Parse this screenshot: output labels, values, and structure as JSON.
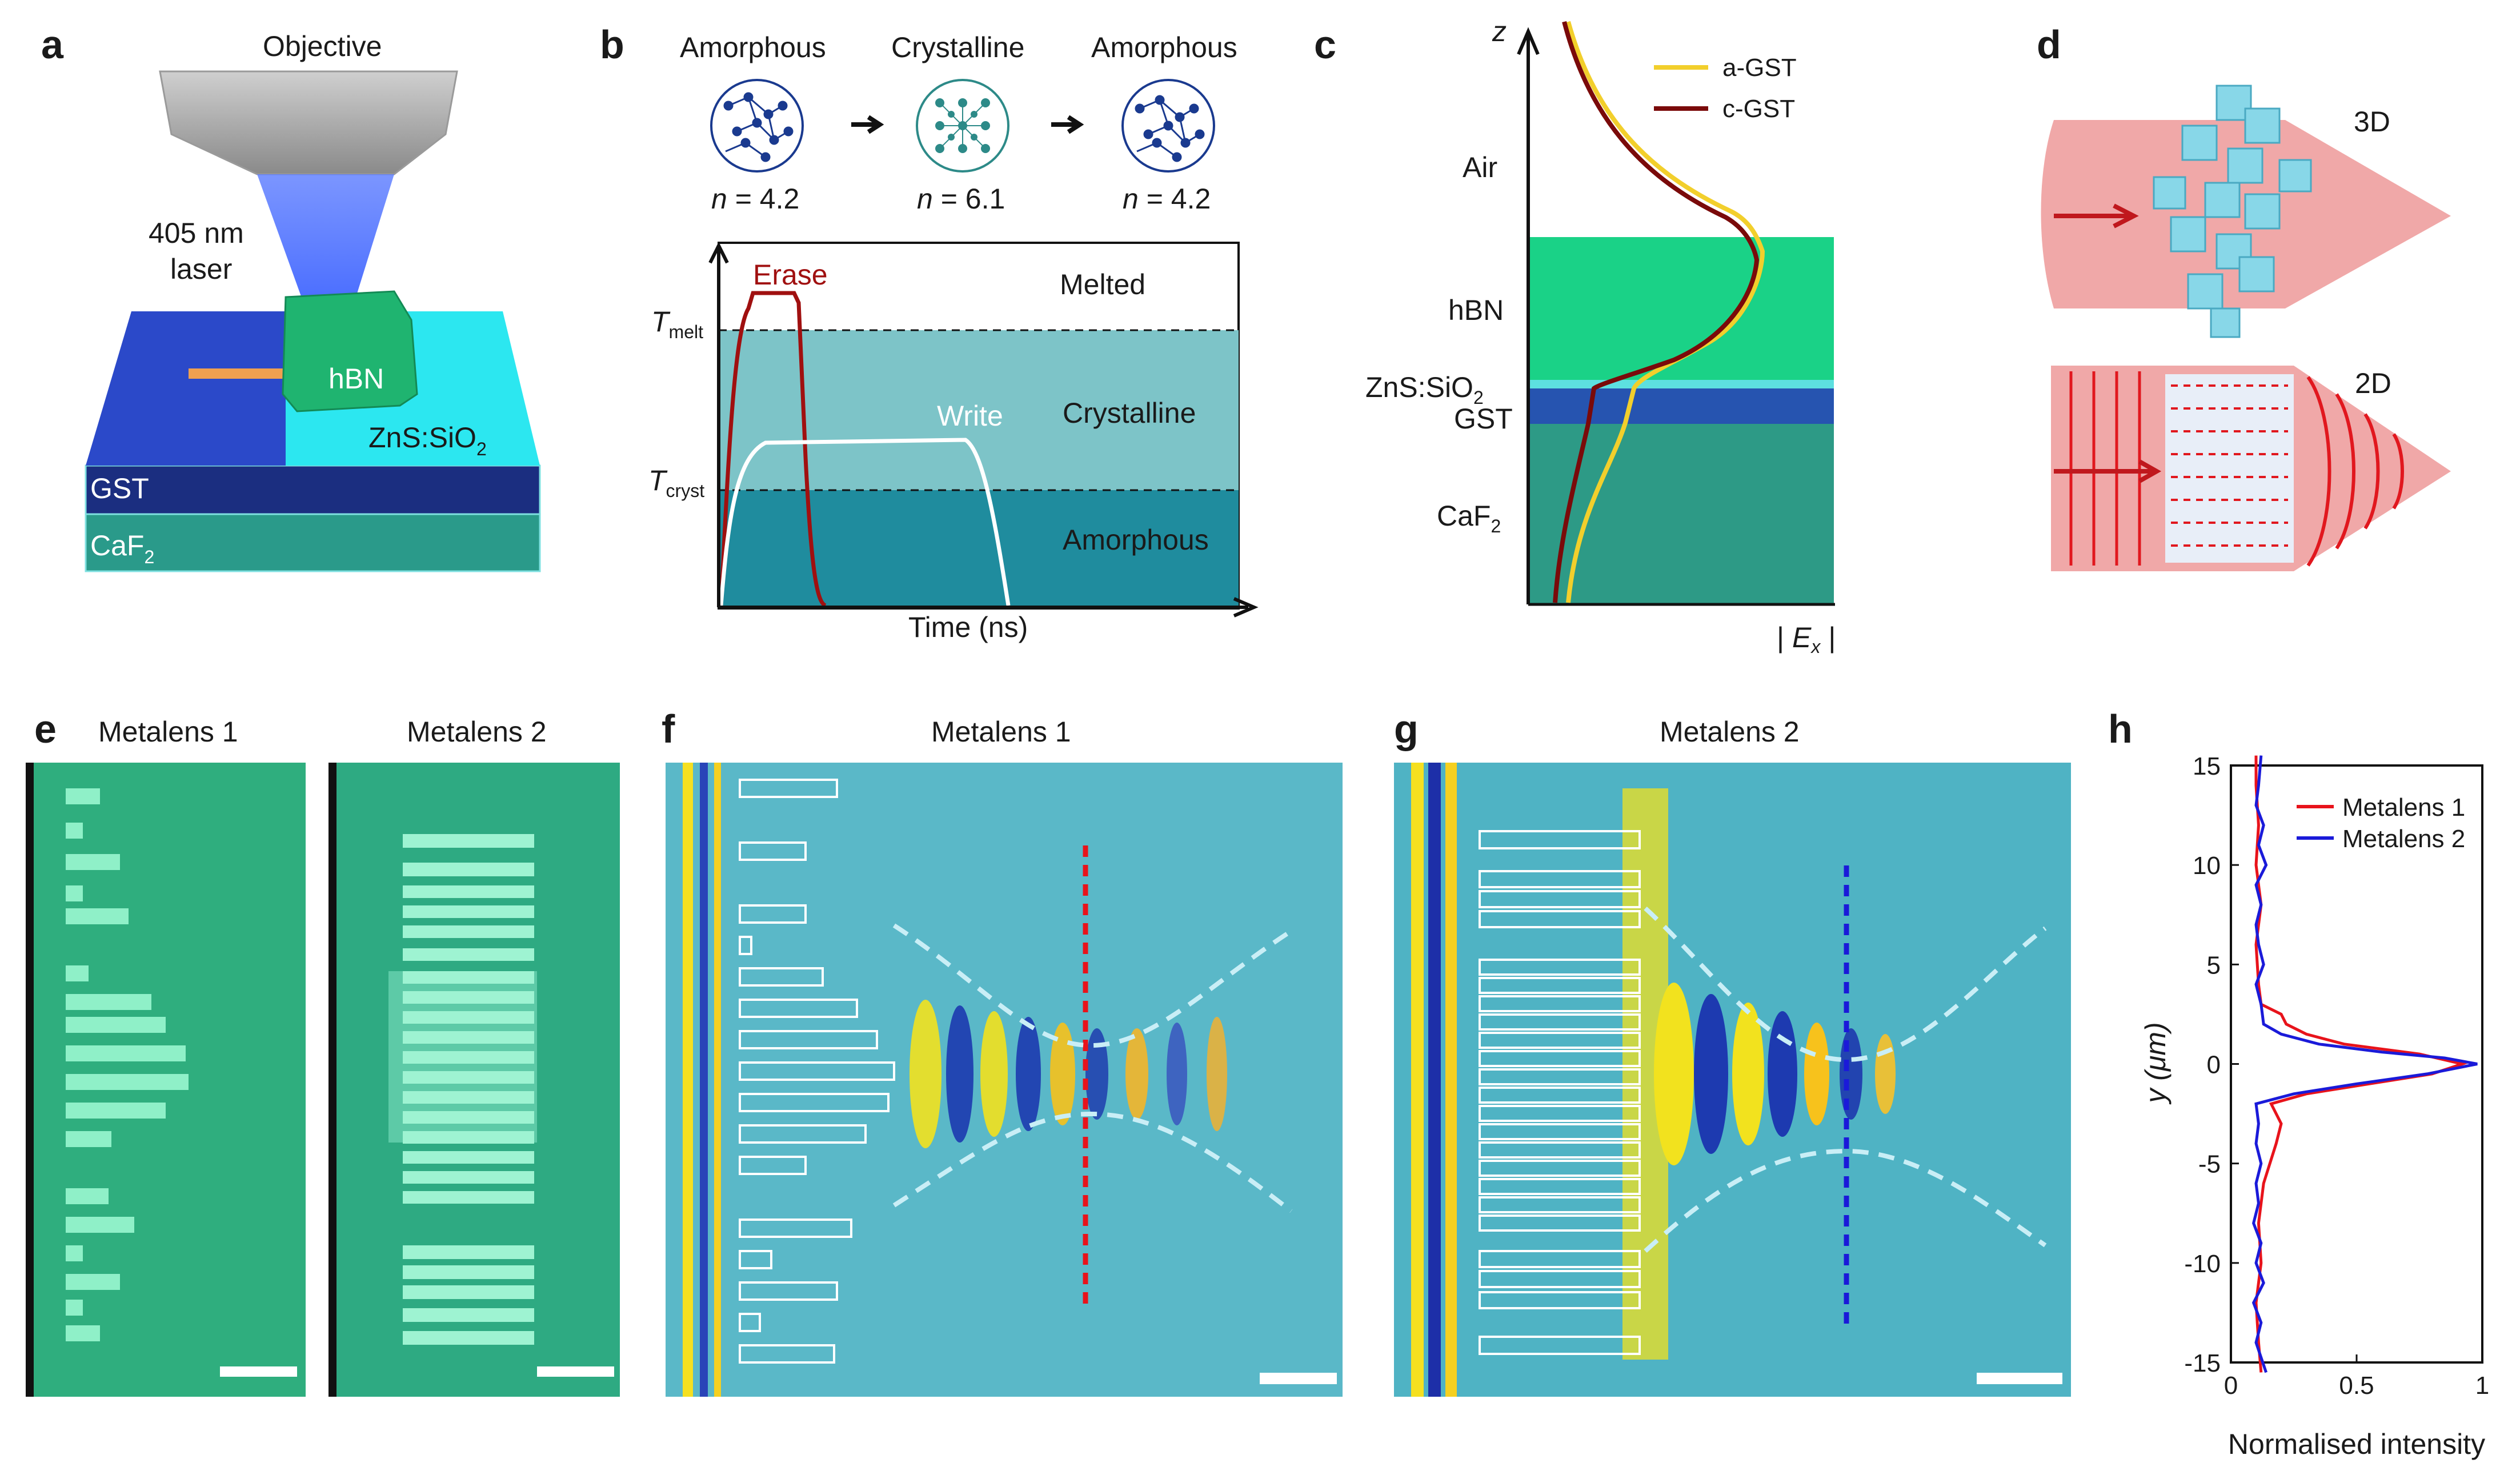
{
  "panels": {
    "a": {
      "letter": "a",
      "objective": "Objective",
      "laser_line1": "405 nm",
      "laser_line2": "laser",
      "hbn": "hBN",
      "zns": "ZnS:SiO",
      "zns_sub": "2",
      "gst": "GST",
      "caf": "CaF",
      "caf_sub": "2"
    },
    "b": {
      "letter": "b",
      "states": [
        {
          "name": "Amorphous",
          "n_label": "n",
          "n_value": " = 4.2"
        },
        {
          "name": "Crystalline",
          "n_label": "n",
          "n_value": " = 6.1"
        },
        {
          "name": "Amorphous",
          "n_label": "n",
          "n_value": " = 4.2"
        }
      ],
      "erase": "Erase",
      "write": "Write",
      "melted": "Melted",
      "crystalline": "Crystalline",
      "amorphous": "Amorphous",
      "t_melt": "T",
      "t_melt_sub": "melt",
      "t_cryst": "T",
      "t_cryst_sub": "cryst",
      "xaxis": "Time (ns)"
    },
    "c": {
      "letter": "c",
      "zaxis": "z",
      "legend": [
        "a-GST",
        "c-GST"
      ],
      "air": "Air",
      "hbn": "hBN",
      "zns": "ZnS:SiO",
      "zns_sub": "2",
      "gst": "GST",
      "caf": "CaF",
      "caf_sub": "2",
      "xaxis_bar": "|",
      "xaxis_e": "E",
      "xaxis_sub": "x"
    },
    "d": {
      "letter": "d",
      "label_3d": "3D",
      "label_2d": "2D"
    },
    "e": {
      "letter": "e",
      "titles": [
        "Metalens 1",
        "Metalens 2"
      ]
    },
    "f": {
      "letter": "f",
      "title": "Metalens 1"
    },
    "g": {
      "letter": "g",
      "title": "Metalens 2"
    },
    "h": {
      "letter": "h"
    }
  },
  "colors": {
    "a_gst": "#f2cf2c",
    "c_gst": "#7a0a0a",
    "erase": "#a01010",
    "metalens1": "#e8131b",
    "metalens2": "#1a1ad9"
  },
  "chart_data": {
    "type": "line",
    "xlabel": "Normalised intensity",
    "ylabel": "y (μm)",
    "xlim": [
      0,
      1
    ],
    "ylim": [
      -15,
      15
    ],
    "xticks": [
      0,
      0.5,
      1
    ],
    "yticks": [
      15,
      10,
      5,
      0,
      -5,
      -10,
      -15
    ],
    "legend": "top-right",
    "series": [
      {
        "name": "Metalens 1",
        "points": [
          [
            -15.5,
            0.12
          ],
          [
            -14,
            0.11
          ],
          [
            -12,
            0.1
          ],
          [
            -10,
            0.12
          ],
          [
            -8,
            0.11
          ],
          [
            -6,
            0.13
          ],
          [
            -4,
            0.18
          ],
          [
            -3,
            0.2
          ],
          [
            -2,
            0.16
          ],
          [
            -1.5,
            0.3
          ],
          [
            -1,
            0.55
          ],
          [
            -0.5,
            0.8
          ],
          [
            0,
            0.92
          ],
          [
            0.5,
            0.75
          ],
          [
            1,
            0.45
          ],
          [
            1.5,
            0.3
          ],
          [
            2,
            0.22
          ],
          [
            2.5,
            0.2
          ],
          [
            3,
            0.12
          ],
          [
            4,
            0.11
          ],
          [
            6,
            0.1
          ],
          [
            8,
            0.12
          ],
          [
            10,
            0.1
          ],
          [
            12,
            0.11
          ],
          [
            14,
            0.1
          ],
          [
            15.5,
            0.1
          ]
        ]
      },
      {
        "name": "Metalens 2",
        "points": [
          [
            -15.5,
            0.14
          ],
          [
            -14,
            0.1
          ],
          [
            -13,
            0.12
          ],
          [
            -12,
            0.09
          ],
          [
            -11,
            0.13
          ],
          [
            -10,
            0.1
          ],
          [
            -9,
            0.12
          ],
          [
            -8,
            0.09
          ],
          [
            -7,
            0.11
          ],
          [
            -6,
            0.1
          ],
          [
            -5,
            0.12
          ],
          [
            -4,
            0.1
          ],
          [
            -3,
            0.11
          ],
          [
            -2,
            0.1
          ],
          [
            -1.5,
            0.25
          ],
          [
            -1,
            0.5
          ],
          [
            -0.5,
            0.78
          ],
          [
            0,
            0.98
          ],
          [
            0.3,
            0.85
          ],
          [
            0.6,
            0.6
          ],
          [
            1,
            0.35
          ],
          [
            1.5,
            0.2
          ],
          [
            2,
            0.13
          ],
          [
            3,
            0.12
          ],
          [
            4,
            0.1
          ],
          [
            5,
            0.13
          ],
          [
            6,
            0.11
          ],
          [
            7,
            0.1
          ],
          [
            8,
            0.12
          ],
          [
            9,
            0.1
          ],
          [
            10,
            0.14
          ],
          [
            11,
            0.11
          ],
          [
            12,
            0.13
          ],
          [
            13,
            0.1
          ],
          [
            14,
            0.11
          ],
          [
            15.5,
            0.12
          ]
        ]
      }
    ]
  }
}
